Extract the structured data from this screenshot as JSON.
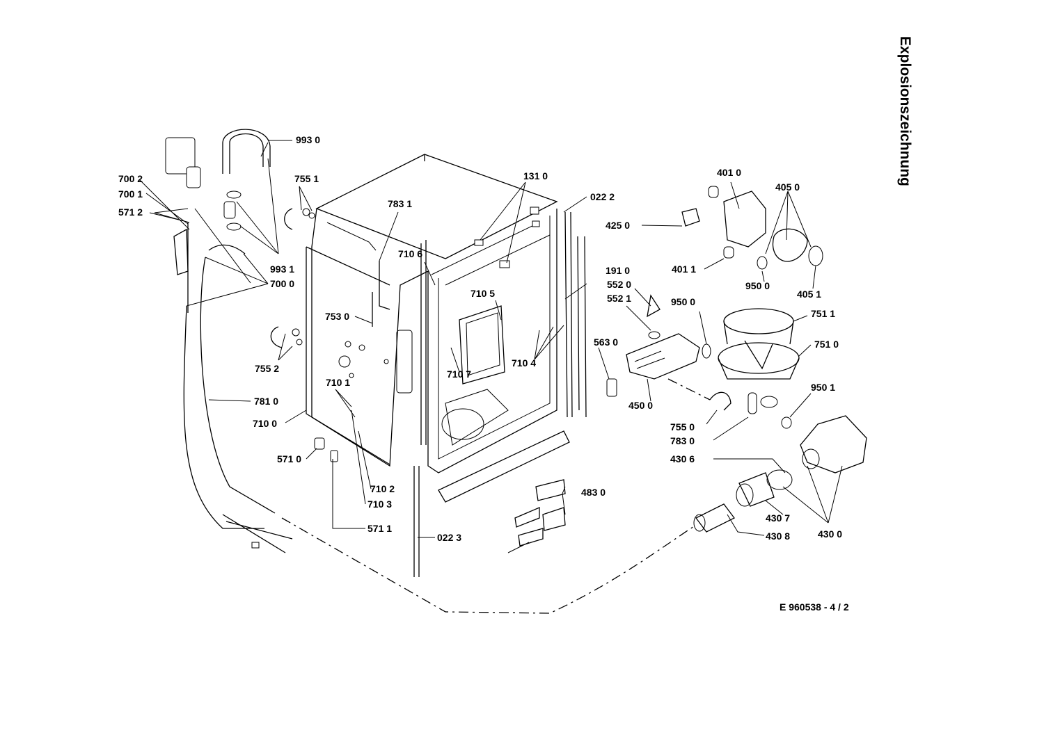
{
  "title": "Explosionszeichnung",
  "document_ref": "E 960538 - 4 / 2",
  "parts": [
    {
      "id": "p9930",
      "label": "993 0"
    },
    {
      "id": "p7002",
      "label": "700 2"
    },
    {
      "id": "p7001",
      "label": "700 1"
    },
    {
      "id": "p5712",
      "label": "571 2"
    },
    {
      "id": "p7551",
      "label": "755 1"
    },
    {
      "id": "p9931",
      "label": "993 1"
    },
    {
      "id": "p7000",
      "label": "700 0"
    },
    {
      "id": "p7831",
      "label": "783 1"
    },
    {
      "id": "p1310",
      "label": "131 0"
    },
    {
      "id": "p0222",
      "label": "022 2"
    },
    {
      "id": "p7106",
      "label": "710 6"
    },
    {
      "id": "p7105",
      "label": "710 5"
    },
    {
      "id": "p7530",
      "label": "753 0"
    },
    {
      "id": "p7552",
      "label": "755 2"
    },
    {
      "id": "p7104",
      "label": "710 4"
    },
    {
      "id": "p7107",
      "label": "710 7"
    },
    {
      "id": "p7101",
      "label": "710 1"
    },
    {
      "id": "p7810",
      "label": "781 0"
    },
    {
      "id": "p7100",
      "label": "710 0"
    },
    {
      "id": "p5710",
      "label": "571 0"
    },
    {
      "id": "p7102",
      "label": "710 2"
    },
    {
      "id": "p7103",
      "label": "710 3"
    },
    {
      "id": "p5711",
      "label": "571 1"
    },
    {
      "id": "p0223",
      "label": "022 3"
    },
    {
      "id": "p4830",
      "label": "483 0"
    },
    {
      "id": "p4010",
      "label": "401 0"
    },
    {
      "id": "p4050",
      "label": "405 0"
    },
    {
      "id": "p4250",
      "label": "425 0"
    },
    {
      "id": "p4011",
      "label": "401 1"
    },
    {
      "id": "p9500",
      "label": "950 0"
    },
    {
      "id": "p4051",
      "label": "405 1"
    },
    {
      "id": "p1910",
      "label": "191 0"
    },
    {
      "id": "p5520",
      "label": "552 0"
    },
    {
      "id": "p5521",
      "label": "552 1"
    },
    {
      "id": "p9500b",
      "label": "950 0"
    },
    {
      "id": "p7511",
      "label": "751 1"
    },
    {
      "id": "p7510",
      "label": "751 0"
    },
    {
      "id": "p5630",
      "label": "563 0"
    },
    {
      "id": "p4500",
      "label": "450 0"
    },
    {
      "id": "p9501",
      "label": "950 1"
    },
    {
      "id": "p7550",
      "label": "755 0"
    },
    {
      "id": "p7830",
      "label": "783 0"
    },
    {
      "id": "p4306",
      "label": "430 6"
    },
    {
      "id": "p4307",
      "label": "430 7"
    },
    {
      "id": "p4308",
      "label": "430 8"
    },
    {
      "id": "p4300",
      "label": "430 0"
    }
  ]
}
